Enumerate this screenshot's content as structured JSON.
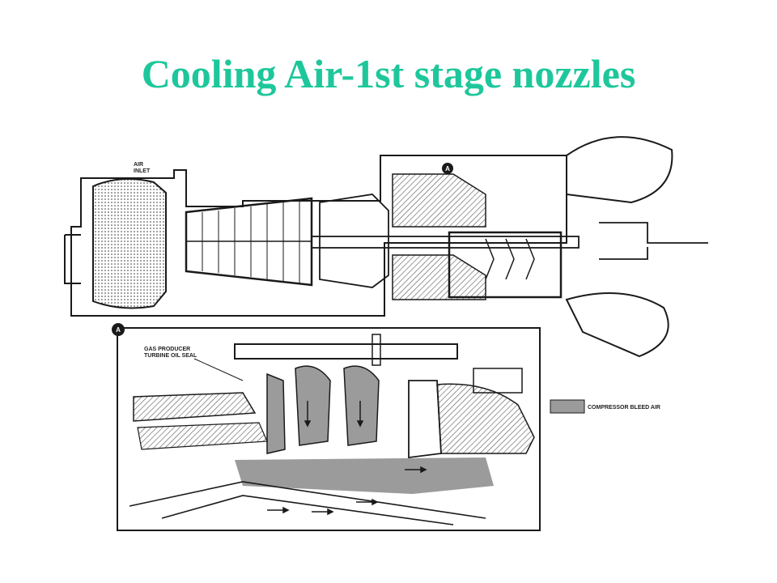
{
  "slide": {
    "title": "Cooling Air-1st stage nozzles"
  },
  "diagram": {
    "air_inlet_label": [
      "AIR",
      "INLET"
    ],
    "detail_callout": "A",
    "oil_seal_label": [
      "GAS PRODUCER",
      "TURBINE OIL SEAL"
    ],
    "legend_label": "COMPRESSOR BLEED AIR"
  },
  "colors": {
    "title": "#1ec79b",
    "line": "#1a1a1a",
    "bleed_air_fill": "#9b9b9b",
    "hatch": "#555555"
  }
}
